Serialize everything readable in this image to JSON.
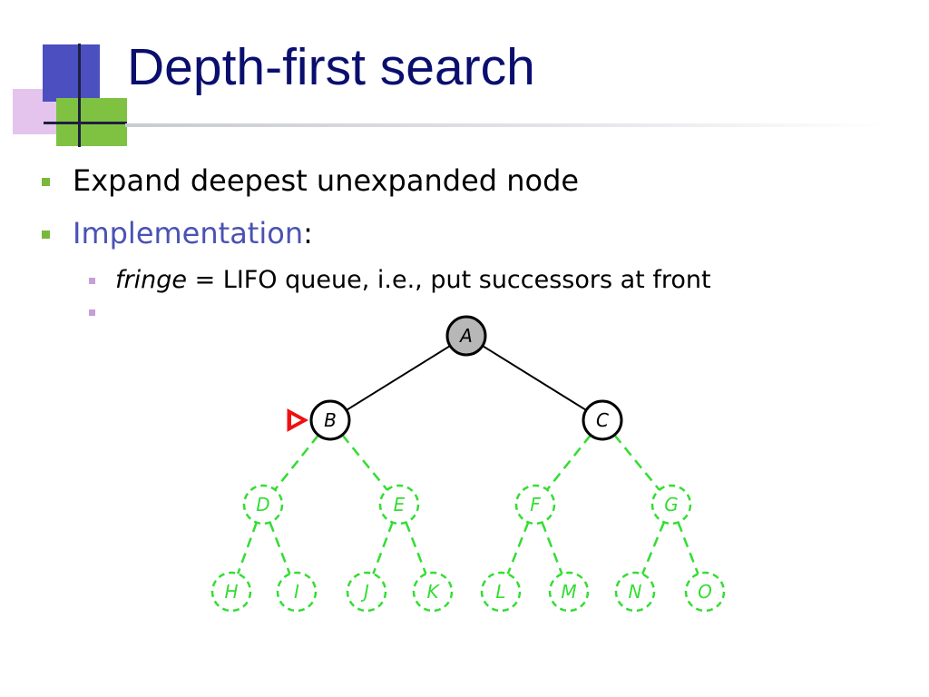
{
  "title": "Depth-first search",
  "bullets": {
    "expand": "Expand deepest unexpanded node",
    "implementation_label": "Implementation",
    "implementation_colon": ":",
    "fringe_term": "fringe",
    "fringe_desc": " = LIFO queue, i.e., put successors at front"
  },
  "tree": {
    "expanded_nodes": [
      "A"
    ],
    "fringe_nodes": [
      "B",
      "C"
    ],
    "unexplored_nodes": [
      "D",
      "E",
      "F",
      "G",
      "H",
      "I",
      "J",
      "K",
      "L",
      "M",
      "N",
      "O"
    ],
    "edges": [
      [
        "A",
        "B"
      ],
      [
        "A",
        "C"
      ],
      [
        "B",
        "D"
      ],
      [
        "B",
        "E"
      ],
      [
        "C",
        "F"
      ],
      [
        "C",
        "G"
      ],
      [
        "D",
        "H"
      ],
      [
        "D",
        "I"
      ],
      [
        "E",
        "J"
      ],
      [
        "E",
        "K"
      ],
      [
        "F",
        "L"
      ],
      [
        "F",
        "M"
      ],
      [
        "G",
        "N"
      ],
      [
        "G",
        "O"
      ]
    ],
    "current_node": "B",
    "colors": {
      "expanded_fill": "#b7b7b7",
      "fringe_fill": "#ffffff",
      "unexplored": "#33dd33",
      "edge_explored": "#000000",
      "pointer": "#ee1111"
    }
  }
}
